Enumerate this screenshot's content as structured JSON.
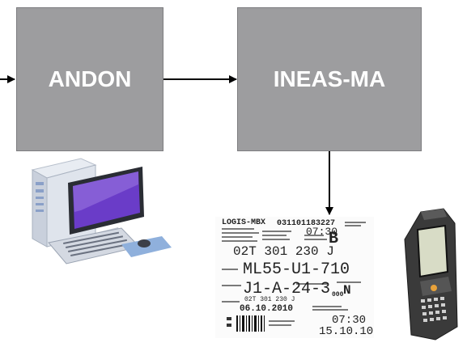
{
  "boxes": {
    "andon": "ANDON",
    "ineas": "INEAS-MA"
  },
  "label": {
    "brand": "LOGIS-MBX",
    "number": "031101183227",
    "time": "07:30",
    "letter_b": "B",
    "code_a": "02T 301 230 J",
    "code_b": "ML55-U1-710",
    "code_c": "J1-A-24-3",
    "code_d": "02T 301 230 J",
    "marker": "000",
    "letter_n": "N",
    "date": "06.10.2010",
    "time2": "07:30",
    "date2": "15.10.10"
  },
  "icons": [
    "desktop-computer-icon",
    "barcode-label-icon",
    "handheld-scanner-icon"
  ],
  "colors": {
    "box_fill": "#9d9d9f",
    "box_text": "#ffffff",
    "arrow": "#000000",
    "monitor_screen": "#6a3cc8",
    "scanner_body": "#3a3a3a"
  }
}
